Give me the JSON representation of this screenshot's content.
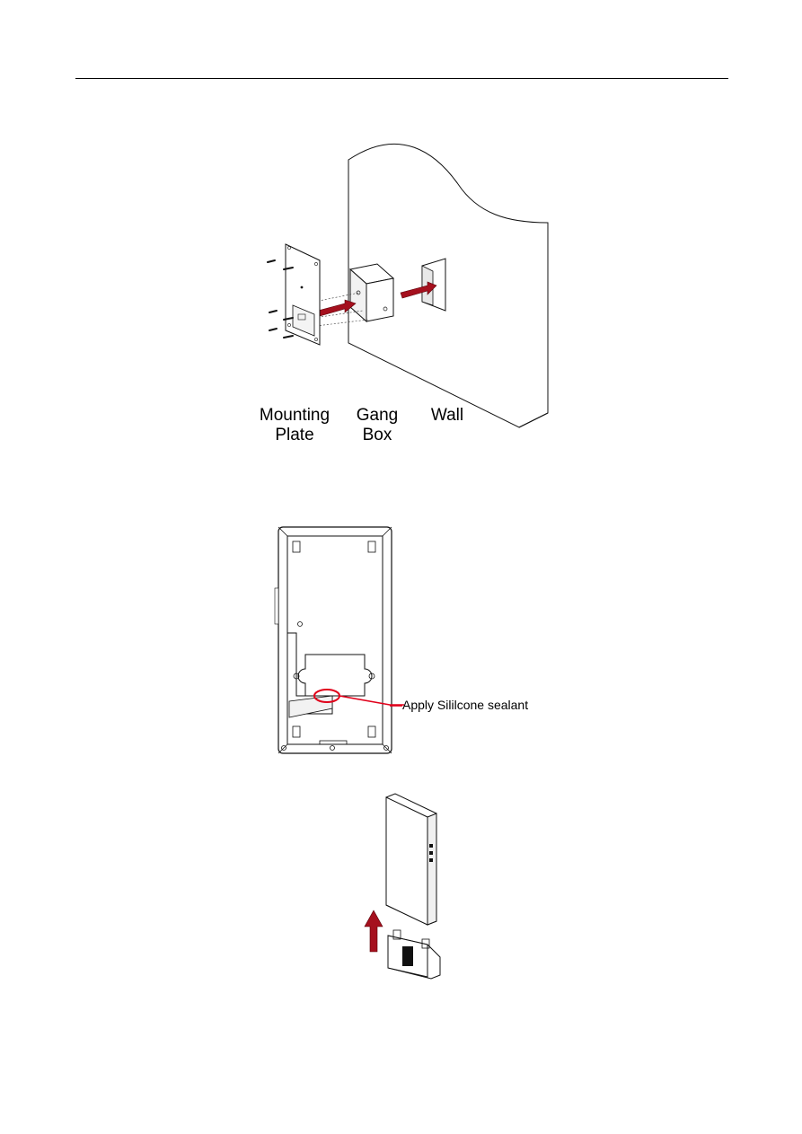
{
  "figure1": {
    "labels": {
      "mounting_plate": "Mounting\nPlate",
      "gang_box": "Gang\nBox",
      "wall": "Wall"
    }
  },
  "figure2": {
    "callout": "Apply Sililcone sealant",
    "accent_color": "#e0001a"
  },
  "figure3": {
    "arrow_color": "#a5101e"
  }
}
